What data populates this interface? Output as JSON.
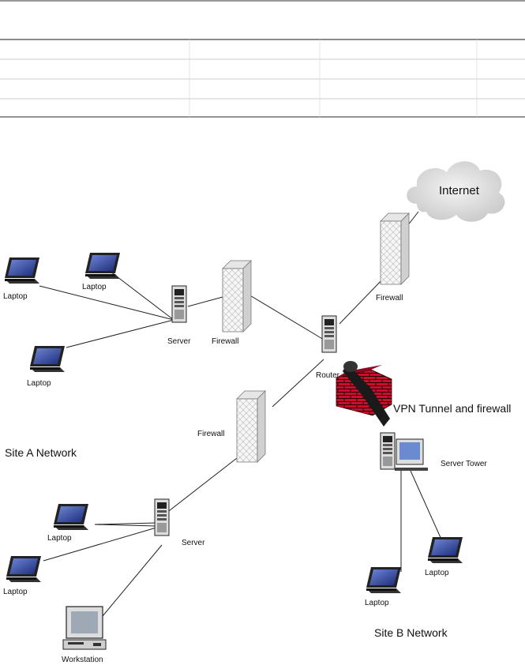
{
  "title": "",
  "labels": {
    "internet": "Internet",
    "firewall_top": "Firewall",
    "firewall_a": "Firewall",
    "firewall_mid": "Firewall",
    "router": "Router",
    "vpn": "VPN Tunnel and firewall",
    "server_a": "Server",
    "server_a2": "Server",
    "server_tower": "Server Tower",
    "site_a": "Site A Network",
    "site_b": "Site B Network",
    "workstation": "Workstation",
    "laptop_1": "Laptop",
    "laptop_2": "Laptop",
    "laptop_3": "Laptop",
    "laptop_4": "Laptop",
    "laptop_5": "Laptop",
    "laptop_6": "Laptop",
    "laptop_7": "Laptop"
  }
}
